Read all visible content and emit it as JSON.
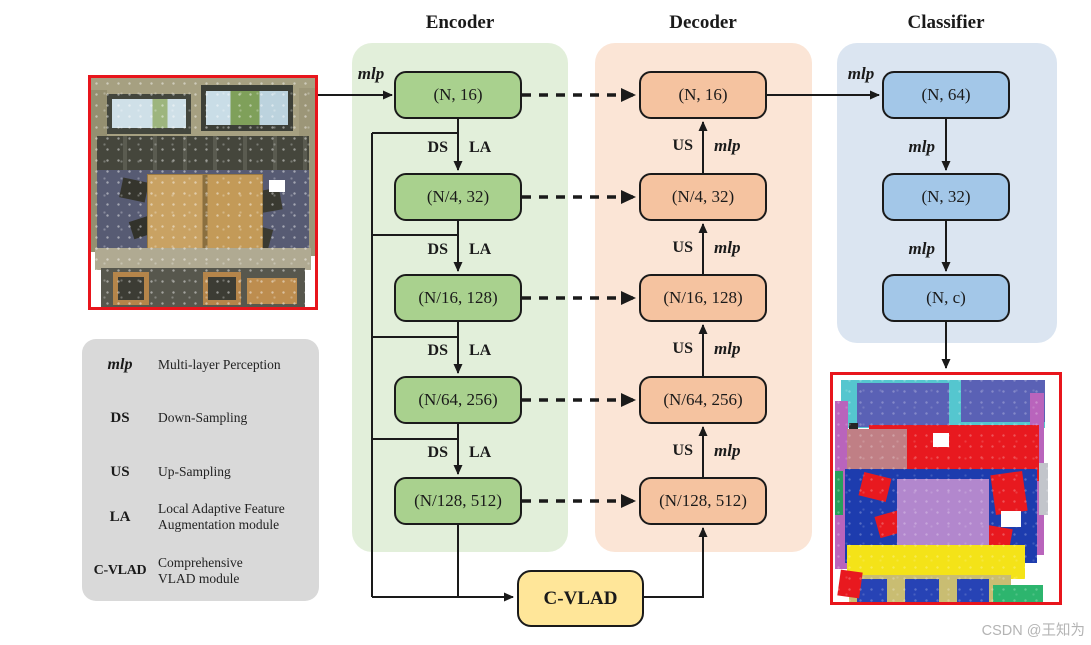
{
  "headers": {
    "encoder": "Encoder",
    "decoder": "Decoder",
    "classifier": "Classifier"
  },
  "labels": {
    "mlp": "mlp",
    "ds": "DS",
    "la": "LA",
    "us": "US"
  },
  "encoder": {
    "boxes": [
      "(N, 16)",
      "(N/4, 32)",
      "(N/16, 128)",
      "(N/64, 256)",
      "(N/128, 512)"
    ]
  },
  "decoder": {
    "boxes": [
      "(N, 16)",
      "(N/4, 32)",
      "(N/16, 128)",
      "(N/64, 256)",
      "(N/128, 512)"
    ]
  },
  "classifier": {
    "boxes": [
      "(N, 64)",
      "(N, 32)",
      "(N, c)"
    ]
  },
  "cvlad": "C-VLAD",
  "legend": {
    "items": [
      {
        "key": "mlp",
        "desc": "Multi-layer Perception"
      },
      {
        "key": "DS",
        "desc": "Down-Sampling"
      },
      {
        "key": "US",
        "desc": "Up-Sampling"
      },
      {
        "key": "LA",
        "desc": "Local Adaptive Feature\nAugmentation module"
      },
      {
        "key": "C-VLAD",
        "desc": "Comprehensive\nVLAD module"
      }
    ]
  },
  "watermark": "CSDN @王知为",
  "colors": {
    "encoder_panel": "#e2efda",
    "encoder_box": "#a9d18e",
    "decoder_panel": "#fbe5d6",
    "decoder_box": "#f5c3a0",
    "classifier_panel": "#dbe5f1",
    "classifier_box": "#a3c7e8",
    "cvlad_box": "#ffe699",
    "legend_bg": "#d9d9d9",
    "image_border": "#e8151c",
    "arrow": "#1a1a1a"
  }
}
